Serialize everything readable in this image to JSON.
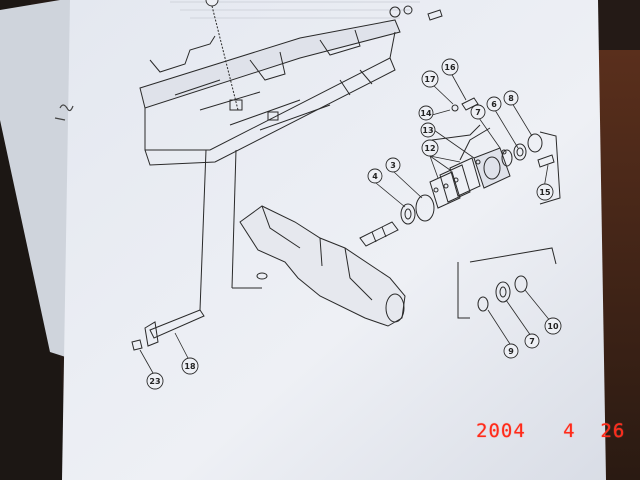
{
  "photo": {
    "subject": "photographed parts diagram page",
    "date_stamp": "2004   4  26",
    "callouts": [
      "23",
      "18",
      "4",
      "3",
      "12",
      "13",
      "14",
      "17",
      "16",
      "7",
      "6",
      "8",
      "15",
      "9",
      "10"
    ],
    "colors": {
      "paper": "#e9ecf2",
      "background": "#3a2a20",
      "stamp": "#ff2a1a",
      "ink": "#2a2a2a"
    }
  }
}
